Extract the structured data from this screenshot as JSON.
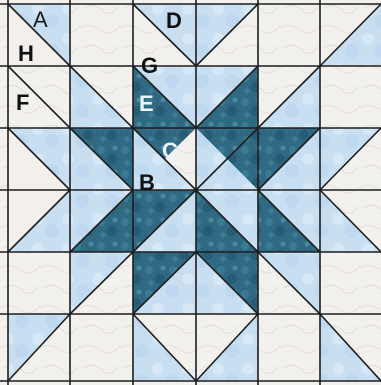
{
  "labels": {
    "a": {
      "text": "A",
      "color": "#1a1a1a"
    },
    "d": {
      "text": "D",
      "color": "#111111"
    },
    "h": {
      "text": "H",
      "color": "#111111"
    },
    "g": {
      "text": "G",
      "color": "#111111"
    },
    "f": {
      "text": "F",
      "color": "#111111"
    },
    "e": {
      "text": "E",
      "color": "#eaf4fb"
    },
    "c": {
      "text": "C",
      "color": "#eaf4fb"
    },
    "b": {
      "text": "B",
      "color": "#111111"
    }
  },
  "colors": {
    "background": "#f3f1ee",
    "light_blue": "#c8dff2",
    "medium_blue": "#7fb6d8",
    "dark_teal": "#2f6a82",
    "seam": "#1e1e1e"
  }
}
